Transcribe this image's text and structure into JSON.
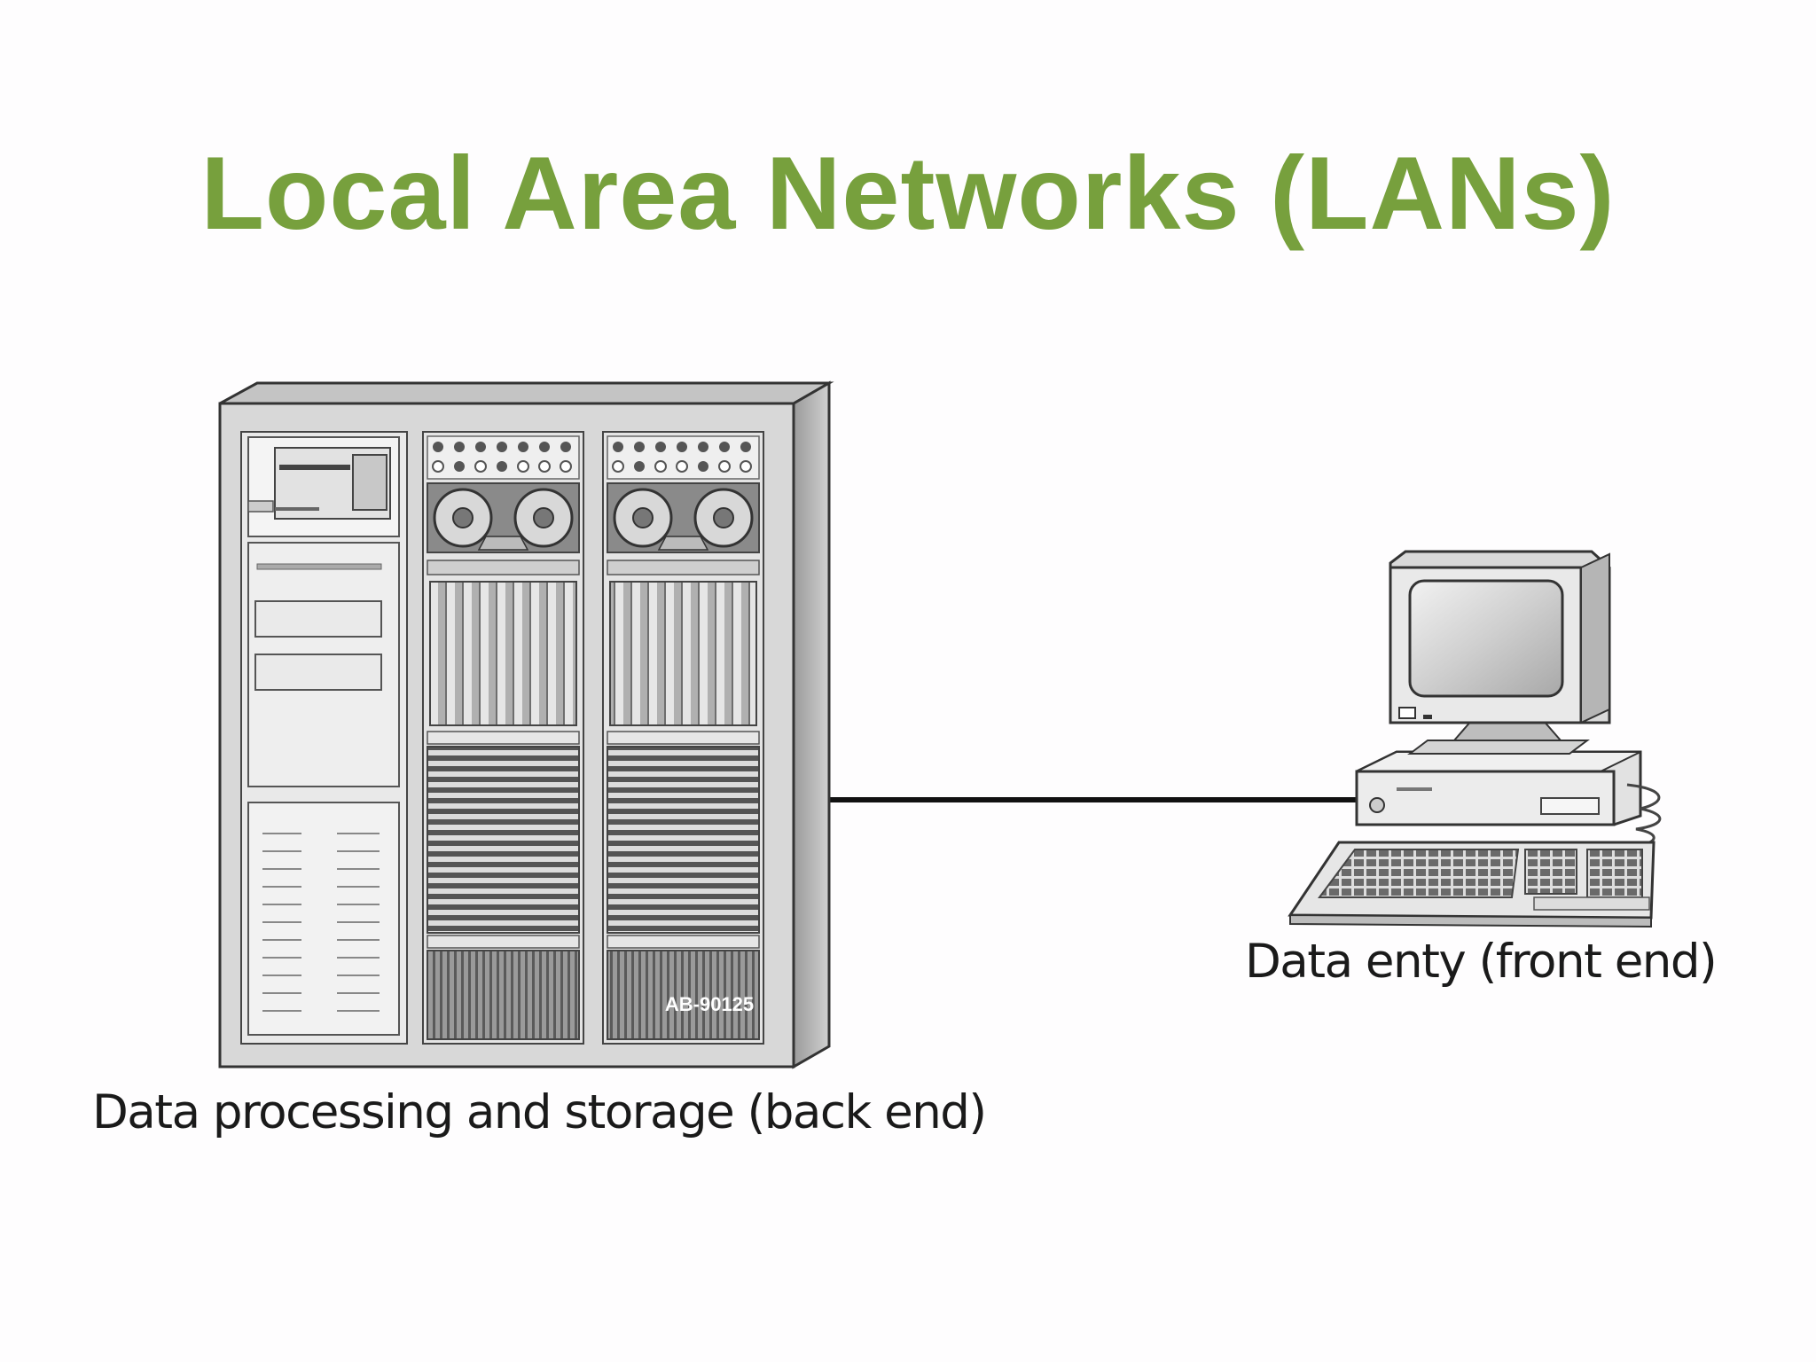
{
  "title": "Local Area Networks (LANs)",
  "back_end": {
    "caption": "Data processing and storage (back end)",
    "device_label": "AB-90125",
    "icon": "server-cabinet-icon"
  },
  "front_end": {
    "caption": "Data enty (front end)",
    "icon": "desktop-computer-icon"
  },
  "colors": {
    "title": "#77a03d",
    "line": "#111111",
    "cabinet": "#d8d8d8"
  }
}
